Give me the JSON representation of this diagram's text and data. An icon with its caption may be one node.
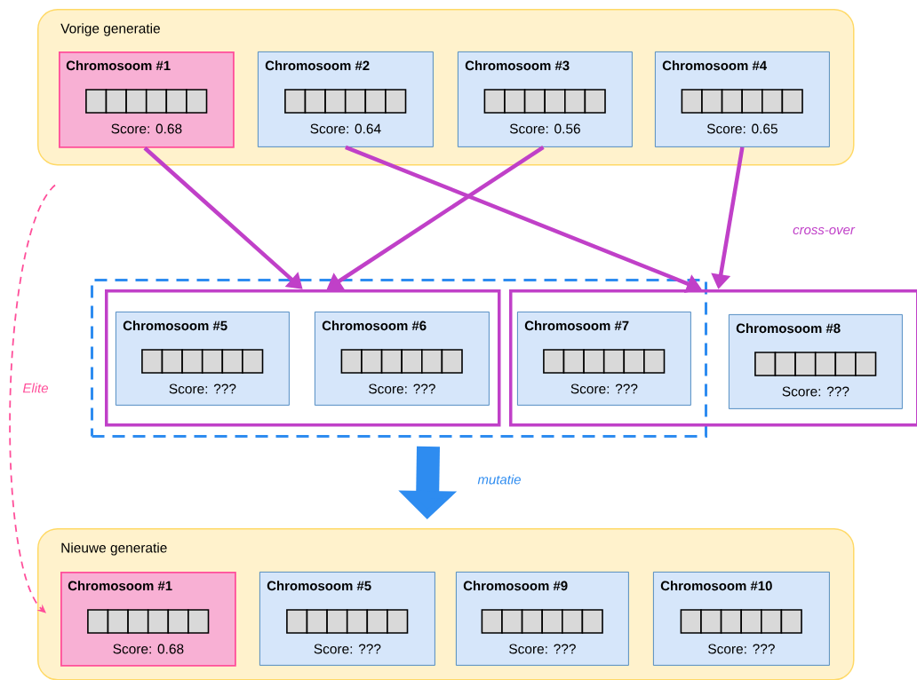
{
  "diagram": {
    "nodes": [
      {
        "text": [
          "Vorige generatie"
        ]
      },
      {
        "text": [
          "Chromosoom #1",
          "Score: 0.68"
        ],
        "in": 0
      },
      {
        "text": [
          "Chromosoom #2",
          "Score: 0.64"
        ],
        "in": 0
      },
      {
        "text": [
          "Chromosoom #3",
          "Score: 0.56"
        ],
        "in": 0
      },
      {
        "text": [
          "Chromosoom #4",
          "Score: 0.65"
        ],
        "in": 0
      },
      {
        "text": [],
        "shape": "box"
      },
      {
        "text": [],
        "shape": "box",
        "in": 5
      },
      {
        "text": [
          "Chromosoom #5",
          "Score: ???"
        ],
        "in": 6
      },
      {
        "text": [
          "Chromosoom #6",
          "Score: ???"
        ],
        "in": 6
      },
      {
        "text": [],
        "shape": "box"
      },
      {
        "text": [
          "Chromosoom #7",
          "Score: ???"
        ]
      },
      {
        "text": [
          "Chromosoom #8",
          "Score: ???"
        ],
        "in": 9
      },
      {
        "text": [
          "Nieuwe generatie"
        ]
      },
      {
        "text": [
          "Chromosoom #1",
          "Score: 0.68"
        ],
        "in": 12
      },
      {
        "text": [
          "Chromosoom #5",
          "Score: ???"
        ],
        "in": 12
      },
      {
        "text": [
          "Chromosoom #9",
          "Score: ???"
        ],
        "in": 12
      },
      {
        "text": [
          "Chromosoom #10",
          "Score: ???"
        ],
        "in": 12
      }
    ],
    "edges": [
      {
        "from": 1,
        "to": 6,
        "arrow": "to"
      },
      {
        "from": 3,
        "to": 6,
        "arrow": "to"
      },
      {
        "from": 2,
        "to": 9,
        "arrow": "to"
      },
      {
        "from": 4,
        "to": 9,
        "arrow": "to"
      },
      {
        "from": 0,
        "to": 12,
        "arrow": "to",
        "label": "Elite",
        "style": "dashed",
        "color": "#ff4f9a"
      },
      {
        "from": 5,
        "to": 12,
        "arrow": "to",
        "label": "mutatie",
        "style": "thick",
        "color": "#2e8cf0"
      }
    ],
    "labels": [
      "cross-over"
    ]
  }
}
